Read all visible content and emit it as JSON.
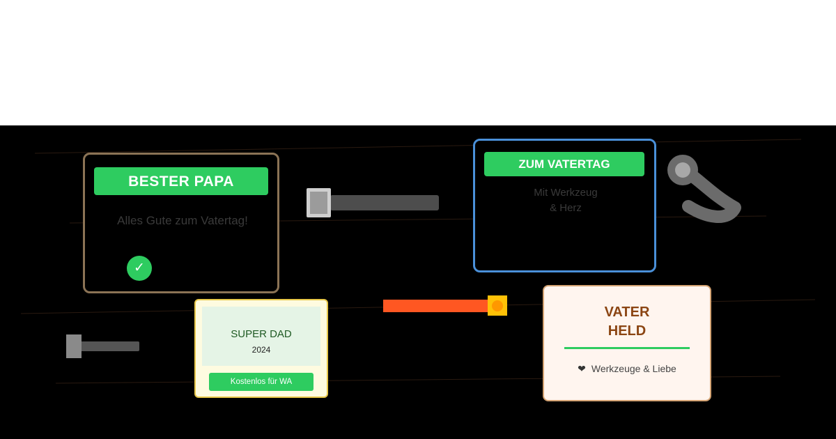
{
  "card_bester_papa": {
    "title": "BESTER PAPA",
    "message": "Alles Gute zum Vatertag!",
    "check_icon": "✓"
  },
  "card_zum_vatertag": {
    "title": "ZUM VATERTAG",
    "line1": "Mit Werkzeug",
    "line2": "& Herz"
  },
  "card_super_dad": {
    "title": "SUPER DAD",
    "year": "2024",
    "button_label": "Kostenlos für WA"
  },
  "card_vater_held": {
    "line1": "VATER",
    "line2": "HELD",
    "heart_icon": "❤",
    "footer": "Werkzeuge & Liebe"
  },
  "colors": {
    "accent_green": "#2ecc60",
    "board_background": "#000000",
    "orange_bar": "#ff5722",
    "wrench_gray": "#6b6b6b"
  },
  "icons": [
    "check-icon",
    "hammer-icon",
    "wrench-icon",
    "screwdriver-icon",
    "heart-icon"
  ]
}
